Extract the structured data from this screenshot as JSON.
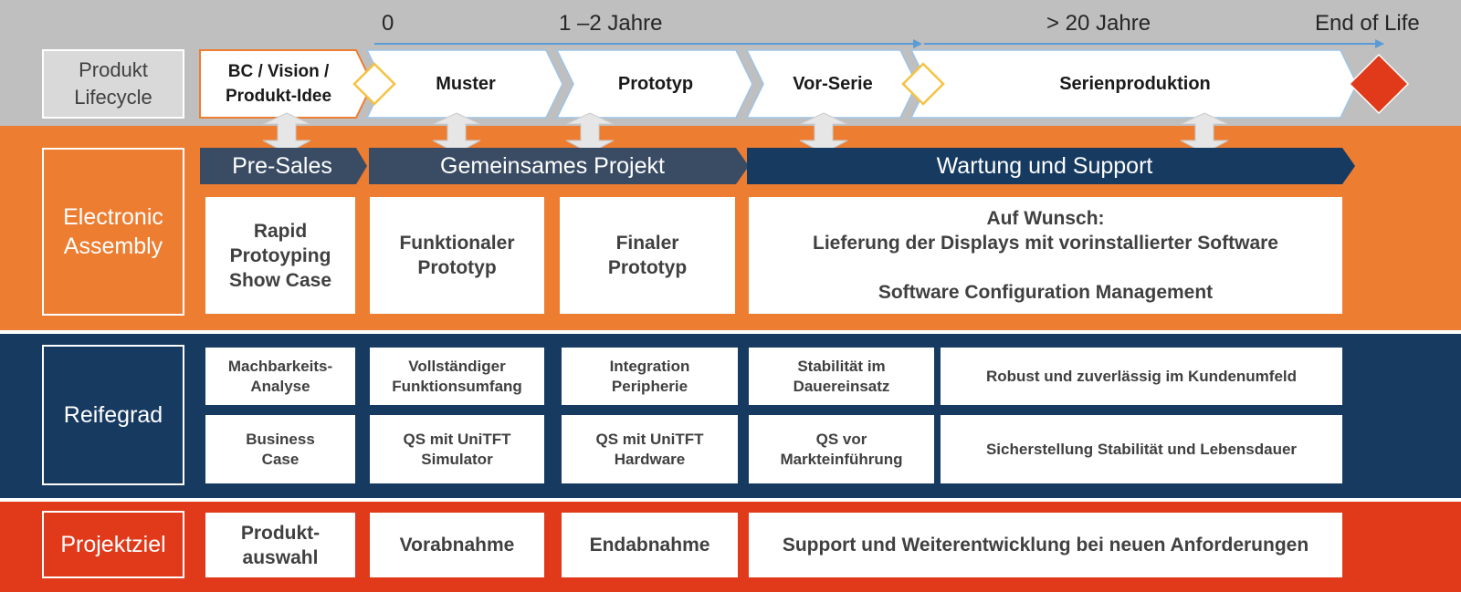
{
  "timeline": {
    "marks": [
      "0",
      "1 –2 Jahre",
      "> 20 Jahre",
      "End of Life"
    ]
  },
  "rows": {
    "lifecycle": {
      "label": "Produkt\nLifecycle",
      "stages": [
        "BC / Vision /\nProdukt-Idee",
        "Muster",
        "Prototyp",
        "Vor-Serie",
        "Serienproduktion"
      ]
    },
    "assembly": {
      "label": "Electronic\nAssembly",
      "phases": [
        "Pre-Sales",
        "Gemeinsames Projekt",
        "Wartung und Support"
      ],
      "boxes": [
        "Rapid\nProtoyping\nShow Case",
        "Funktionaler\nPrototyp",
        "Finaler\nPrototyp",
        "Auf Wunsch:\nLieferung der Displays mit vorinstallierter Software\n\nSoftware Configuration Management"
      ]
    },
    "reifegrad": {
      "label": "Reifegrad",
      "top": [
        "Machbarkeits-\nAnalyse",
        "Vollständiger\nFunktionsumfang",
        "Integration\nPeripherie",
        "Stabilität im\nDauereinsatz",
        "Robust und zuverlässig im Kundenumfeld"
      ],
      "bottom": [
        "Business\nCase",
        "QS mit UniTFT\nSimulator",
        "QS mit UniTFT\nHardware",
        "QS vor\nMarkteinführung",
        "Sicherstellung Stabilität und Lebensdauer"
      ]
    },
    "projektziel": {
      "label": "Projektziel",
      "boxes": [
        "Produkt-\nauswahl",
        "Vorabnahme",
        "Endabnahme",
        "Support und Weiterentwicklung bei neuen Anforderungen"
      ]
    }
  },
  "colors": {
    "gray_band": "#bfbfbf",
    "orange": "#ed7d31",
    "navy": "#163a60",
    "red": "#e03a1a",
    "milestone_yellow": "#f5c242",
    "timeline_blue": "#5b9bd5"
  }
}
